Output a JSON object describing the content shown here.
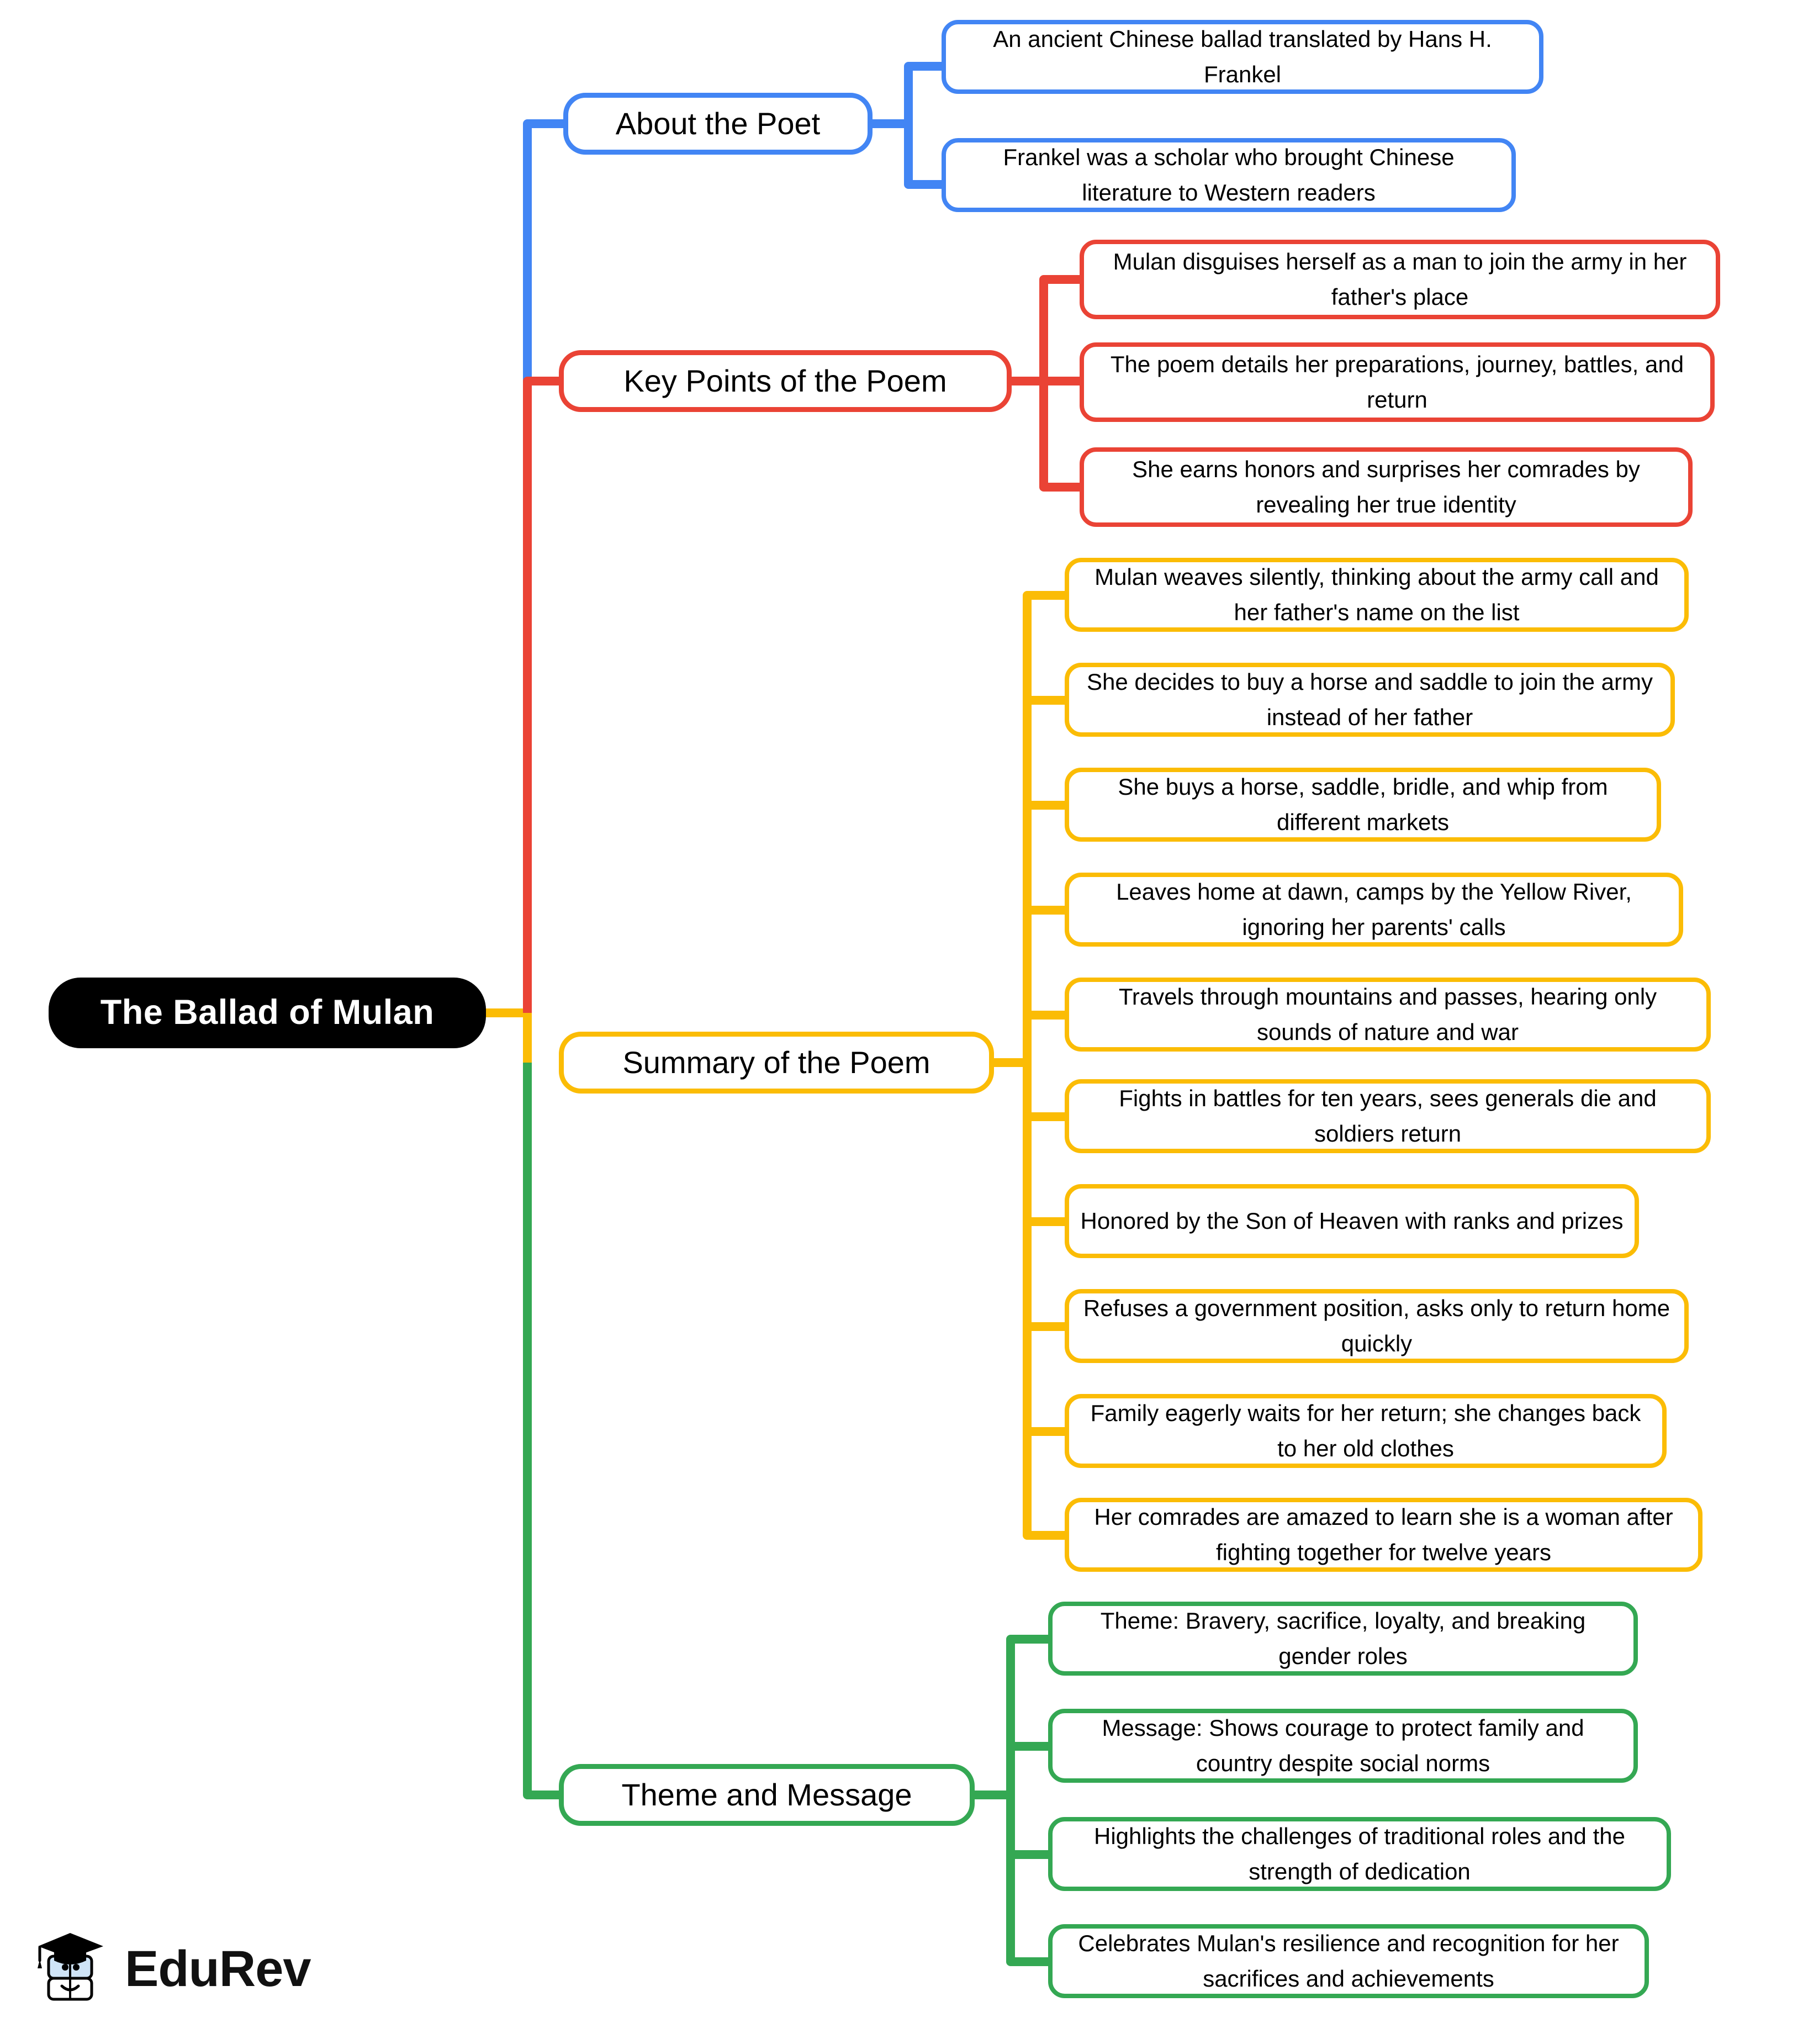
{
  "root": {
    "label": "The Ballad of Mulan"
  },
  "colors": {
    "blue": "#4285F4",
    "red": "#EA4335",
    "yellow": "#FBBC05",
    "green": "#34A853",
    "root_bg": "#000000",
    "root_text": "#FFFFFF",
    "canvas_bg": "#FFFFFF"
  },
  "branches": [
    {
      "id": "about-the-poet",
      "label": "About the Poet",
      "color": "#4285F4",
      "children": [
        {
          "text": "An ancient Chinese ballad translated by Hans H. Frankel"
        },
        {
          "text": "Frankel was a scholar who brought Chinese literature to Western readers"
        }
      ]
    },
    {
      "id": "key-points-of-the-poem",
      "label": "Key Points of the Poem",
      "color": "#EA4335",
      "children": [
        {
          "text": "Mulan disguises herself as a man to join the army in her father's place"
        },
        {
          "text": "The poem details her preparations, journey, battles, and return"
        },
        {
          "text": "She earns honors and surprises her comrades by revealing her true identity"
        }
      ]
    },
    {
      "id": "summary-of-the-poem",
      "label": "Summary of the Poem",
      "color": "#FBBC05",
      "children": [
        {
          "text": "Mulan weaves silently, thinking about the army call and her father's name on the list"
        },
        {
          "text": "She decides to buy a horse and saddle to join the army instead of her father"
        },
        {
          "text": "She buys a horse, saddle, bridle, and whip from different markets"
        },
        {
          "text": "Leaves home at dawn, camps by the Yellow River, ignoring her parents' calls"
        },
        {
          "text": "Travels through mountains and passes, hearing only sounds of nature and war"
        },
        {
          "text": "Fights in battles for ten years, sees generals die and soldiers return"
        },
        {
          "text": "Honored by the Son of Heaven with ranks and prizes"
        },
        {
          "text": "Refuses a government position, asks only to return home quickly"
        },
        {
          "text": "Family eagerly waits for her return; she changes back to her old clothes"
        },
        {
          "text": "Her comrades are amazed to learn she is a woman after fighting together for twelve years"
        }
      ]
    },
    {
      "id": "theme-and-message",
      "label": "Theme and Message",
      "color": "#34A853",
      "children": [
        {
          "text": "Theme: Bravery, sacrifice, loyalty, and breaking gender roles"
        },
        {
          "text": "Message: Shows courage to protect family and country despite social norms"
        },
        {
          "text": "Highlights the challenges of traditional roles and the strength of dedication"
        },
        {
          "text": "Celebrates Mulan's resilience and recognition for her sacrifices and achievements"
        }
      ]
    }
  ],
  "logo": {
    "text": "EduRev",
    "mark": "graduation-cap-book-mascot-icon"
  }
}
